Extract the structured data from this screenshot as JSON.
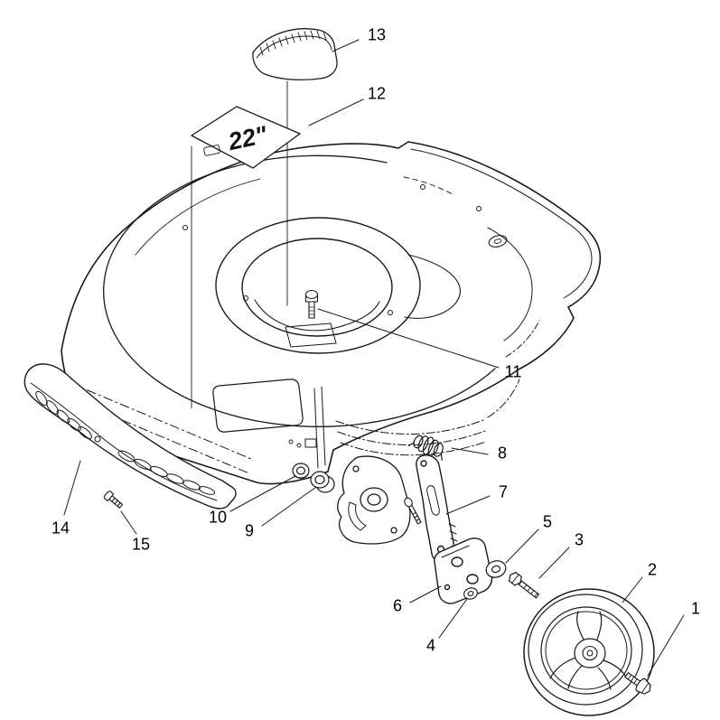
{
  "diagram": {
    "figure_type": "exploded-parts-diagram",
    "subject": "Walk-behind mower housing, height adjuster and wheel assembly",
    "deck_label": "22\"",
    "colors": {
      "line": "#1a1a1a",
      "background": "#ffffff"
    },
    "callouts": [
      {
        "number": "1"
      },
      {
        "number": "2"
      },
      {
        "number": "3"
      },
      {
        "number": "4"
      },
      {
        "number": "5"
      },
      {
        "number": "6"
      },
      {
        "number": "7"
      },
      {
        "number": "8"
      },
      {
        "number": "9"
      },
      {
        "number": "10"
      },
      {
        "number": "11"
      },
      {
        "number": "12"
      },
      {
        "number": "13"
      },
      {
        "number": "14"
      },
      {
        "number": "15"
      }
    ]
  }
}
